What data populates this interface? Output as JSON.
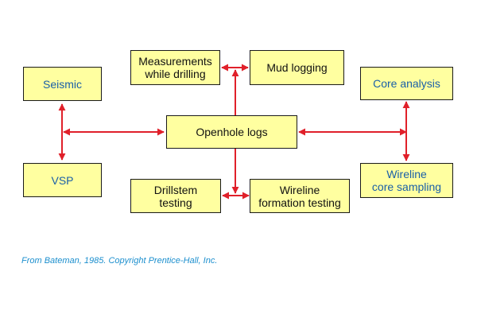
{
  "nodes": {
    "seismic": {
      "label": "Seismic",
      "color": "#1a5fa8"
    },
    "vsp": {
      "label": "VSP",
      "color": "#1a5fa8"
    },
    "measurements_while_drilling": {
      "label": "Measurements\nwhile drilling",
      "color": "#111111"
    },
    "mud_logging": {
      "label": "Mud logging",
      "color": "#111111"
    },
    "openhole_logs": {
      "label": "Openhole logs",
      "color": "#111111"
    },
    "core_analysis": {
      "label": "Core analysis",
      "color": "#1a5fa8"
    },
    "wireline_core_sampling": {
      "label": "Wireline\ncore sampling",
      "color": "#1a5fa8"
    },
    "drillstem_testing": {
      "label": "Drillstem\ntesting",
      "color": "#111111"
    },
    "wireline_formation_testing": {
      "label": "Wireline\nformation testing",
      "color": "#111111"
    }
  },
  "edges": [
    {
      "from": "Seismic",
      "to": "VSP"
    },
    {
      "from": "Seismic/VSP",
      "to": "Openhole logs"
    },
    {
      "from": "Openhole logs",
      "to": "Core analysis/Wireline core sampling"
    },
    {
      "from": "Core analysis",
      "to": "Wireline core sampling"
    },
    {
      "from": "Measurements while drilling",
      "to": "Mud logging"
    },
    {
      "from": "Openhole logs",
      "to": "Measurements while drilling/Mud logging"
    },
    {
      "from": "Openhole logs",
      "to": "Drillstem testing/Wireline formation testing"
    },
    {
      "from": "Drillstem testing",
      "to": "Wireline formation testing"
    }
  ],
  "colors": {
    "box_fill": "#ffffa0",
    "box_border": "#1a1a1a",
    "arrow": "#e0202a",
    "caption": "#1c8fce"
  },
  "caption": "From Bateman, 1985. Copyright  Prentice-Hall, Inc."
}
